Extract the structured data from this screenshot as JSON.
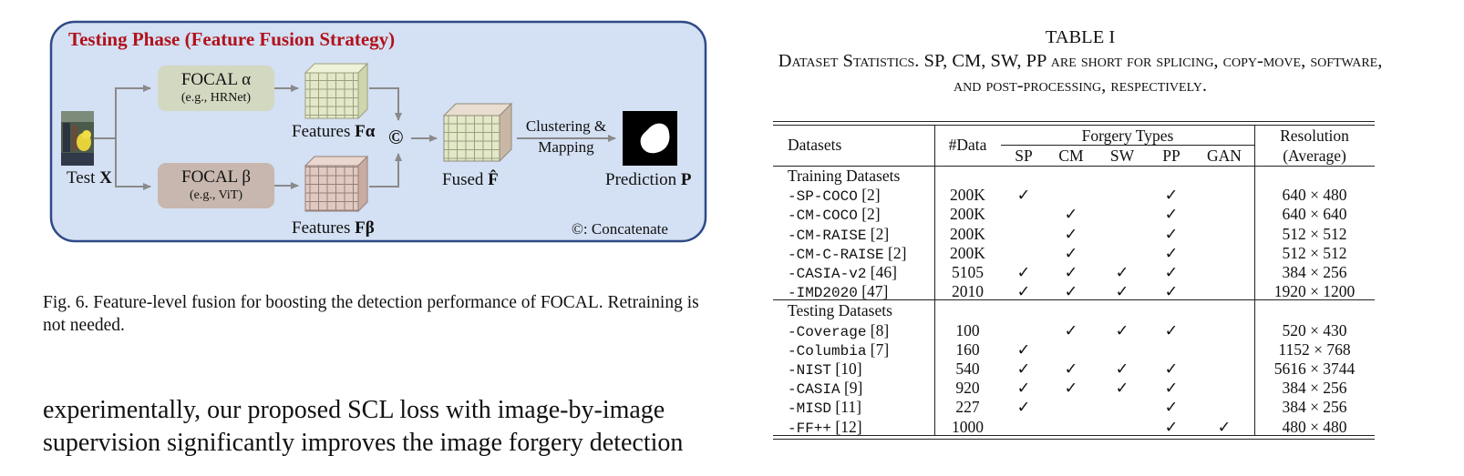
{
  "figure": {
    "phase_title": "Testing Phase (Feature Fusion Strategy)",
    "test_label": "Test",
    "test_symbol": "X",
    "focal_a_title": "FOCAL α",
    "focal_a_sub": "(e.g., HRNet)",
    "focal_b_title": "FOCAL β",
    "focal_b_sub": "(e.g., ViT)",
    "features_a_label": "Features",
    "features_a_symbol": "Fα",
    "features_b_label": "Features",
    "features_b_symbol": "Fβ",
    "concat_symbol": "©",
    "fused_label": "Fused",
    "fused_symbol": "F̂",
    "clustering_label": "Clustering &",
    "mapping_label": "Mapping",
    "prediction_label": "Prediction",
    "prediction_symbol": "P",
    "legend_concat": "©: Concatenate",
    "colors": {
      "panel_bg": "#d4e0f3",
      "panel_border": "#2f4a86",
      "title": "#b1121b",
      "focal_a": "#d3d8c0",
      "focal_b": "#c7b7ae"
    }
  },
  "caption": "Fig. 6.  Feature-level fusion for boosting the detection performance of FOCAL. Retraining is not needed.",
  "body_text": "experimentally, our proposed SCL loss with image-by-image supervision significantly improves the image forgery detection",
  "table": {
    "number": "TABLE I",
    "caption": "Dataset Statistics. SP, CM, SW, PP are short for splicing, copy-move, software, and post-processing, respectively.",
    "headers": {
      "datasets": "Datasets",
      "data": "#Data",
      "forgery_types": "Forgery Types",
      "types": [
        "SP",
        "CM",
        "SW",
        "PP",
        "GAN"
      ],
      "resolution": "Resolution",
      "resolution_sub": "(Average)"
    },
    "check": "✓",
    "sections": [
      {
        "title": "Training Datasets",
        "rows": [
          {
            "name": "-SP-COCO",
            "ref": " [2]",
            "data": "200K",
            "checks": [
              true,
              false,
              false,
              true,
              false
            ],
            "res": "640 × 480"
          },
          {
            "name": "-CM-COCO",
            "ref": " [2]",
            "data": "200K",
            "checks": [
              false,
              true,
              false,
              true,
              false
            ],
            "res": "640 × 640"
          },
          {
            "name": "-CM-RAISE",
            "ref": " [2]",
            "data": "200K",
            "checks": [
              false,
              true,
              false,
              true,
              false
            ],
            "res": "512 × 512"
          },
          {
            "name": "-CM-C-RAISE",
            "ref": " [2]",
            "data": "200K",
            "checks": [
              false,
              true,
              false,
              true,
              false
            ],
            "res": "512 × 512"
          },
          {
            "name": "-CASIA-v2",
            "ref": " [46]",
            "data": "5105",
            "checks": [
              true,
              true,
              true,
              true,
              false
            ],
            "res": "384 × 256"
          },
          {
            "name": "-IMD2020",
            "ref": " [47]",
            "data": "2010",
            "checks": [
              true,
              true,
              true,
              true,
              false
            ],
            "res": "1920 × 1200"
          }
        ]
      },
      {
        "title": "Testing Datasets",
        "rows": [
          {
            "name": "-Coverage",
            "ref": " [8]",
            "data": "100",
            "checks": [
              false,
              true,
              true,
              true,
              false
            ],
            "res": "520 × 430"
          },
          {
            "name": "-Columbia",
            "ref": " [7]",
            "data": "160",
            "checks": [
              true,
              false,
              false,
              false,
              false
            ],
            "res": "1152 × 768"
          },
          {
            "name": "-NIST",
            "ref": " [10]",
            "data": "540",
            "checks": [
              true,
              true,
              true,
              true,
              false
            ],
            "res": "5616 × 3744"
          },
          {
            "name": "-CASIA",
            "ref": " [9]",
            "data": "920",
            "checks": [
              true,
              true,
              true,
              true,
              false
            ],
            "res": "384 × 256"
          },
          {
            "name": "-MISD",
            "ref": " [11]",
            "data": "227",
            "checks": [
              true,
              false,
              false,
              true,
              false
            ],
            "res": "384 × 256"
          },
          {
            "name": "-FF++",
            "ref": " [12]",
            "data": "1000",
            "checks": [
              false,
              false,
              false,
              true,
              true
            ],
            "res": "480 × 480"
          }
        ]
      }
    ]
  }
}
